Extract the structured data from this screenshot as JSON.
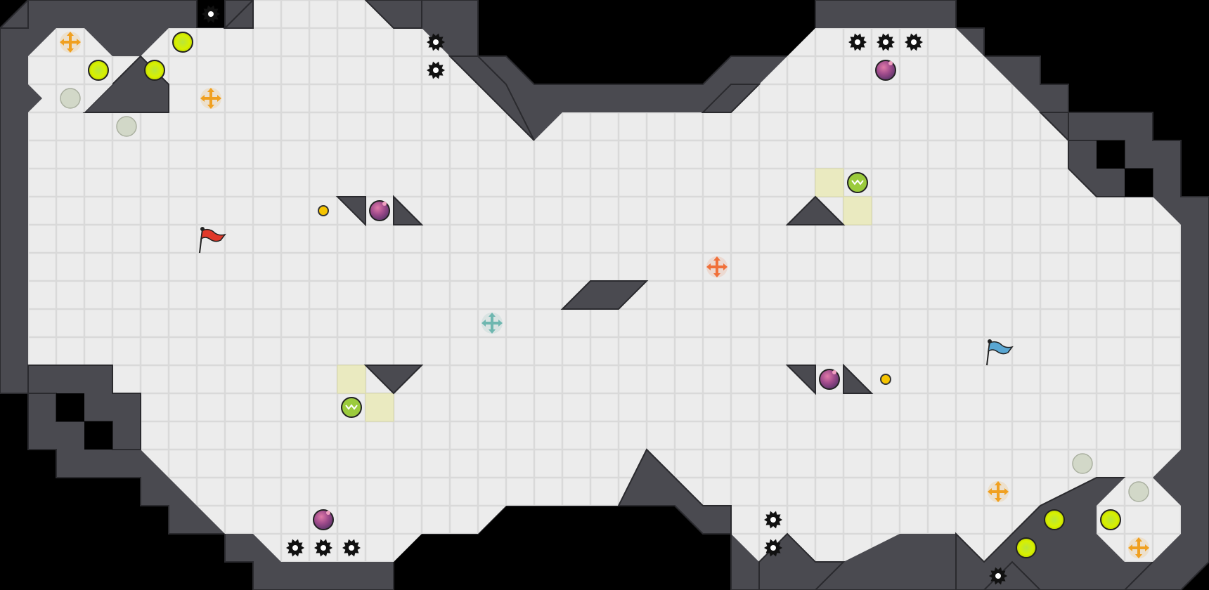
{
  "game": {
    "type": "capture-the-flag arena map",
    "colors": {
      "background": "#000000",
      "wall": "#4a4a50",
      "wall_edge": "#2a2a2e",
      "floor": "#ececec",
      "grid_line": "#d6d6d6",
      "red_team": "#e0392a",
      "blue_team": "#5aa7d3",
      "boost": "#c9e300",
      "bomb": "#b04a8a",
      "spike": "#111111",
      "neutral_powerup": "#f0a020",
      "red_powerup": "#f0703a",
      "blue_powerup": "#6fb7b0",
      "gate_tile": "#eaeac0",
      "portal": "#3fae5a"
    },
    "objects": {
      "flags": [
        {
          "team": "red",
          "icon": "red-flag-icon"
        },
        {
          "team": "blue",
          "icon": "blue-flag-icon"
        }
      ],
      "powerups": [
        "neutral-powerup-icon",
        "red-team-powerup-icon",
        "blue-team-powerup-icon"
      ],
      "boosts": "boost-pad-icon",
      "bombs": "bomb-icon",
      "spikes": "spike-icon",
      "portals": "portal-icon",
      "buttons": "button-icon",
      "inactive_boosts": "inactive-boost-icon"
    }
  }
}
